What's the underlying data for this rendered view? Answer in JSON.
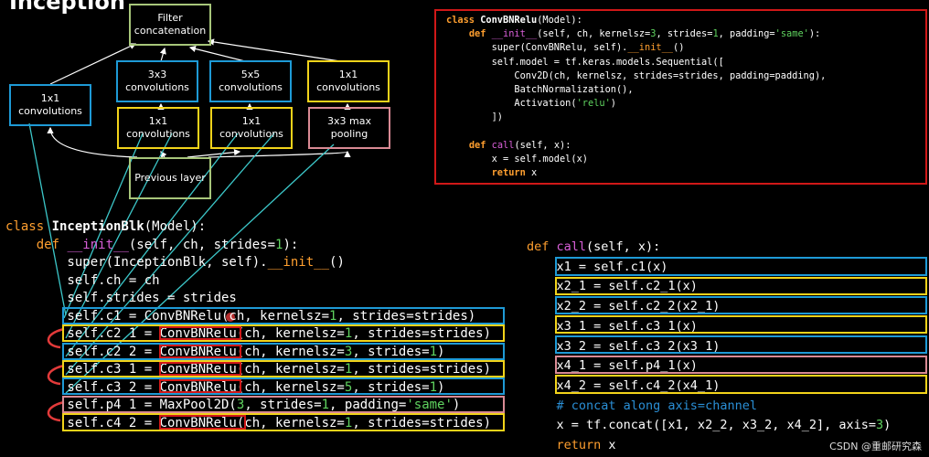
{
  "diagram": {
    "title": "Inception",
    "boxes": {
      "filter": "Filter\nconcatenation",
      "b1": "1x1\nconvolutions",
      "b3": "3x3\nconvolutions",
      "b5": "5x5\nconvolutions",
      "b1r": "1x1\nconvolutions",
      "r3": "1x1\nconvolutions",
      "r5": "1x1\nconvolutions",
      "pool": "3x3 max\npooling",
      "prev": "Previous layer"
    },
    "colors": {
      "blue": "#1e9ad6",
      "yellow": "#f2d31a",
      "green": "#a7c67a",
      "pink": "#d98a94",
      "red": "#d01818",
      "cyan": "#3cc7c9",
      "white": "#ffffff"
    }
  },
  "top_code": [
    [
      [
        "kwb",
        "class "
      ],
      [
        "cls",
        "ConvBNRelu"
      ],
      [
        "",
        "(Model):"
      ]
    ],
    [
      [
        "",
        "    "
      ],
      [
        "kwb",
        "def "
      ],
      [
        "fn",
        "__init__"
      ],
      [
        "",
        "(self, ch, kernelsz="
      ],
      [
        "num",
        "3"
      ],
      [
        "",
        ", strides="
      ],
      [
        "num",
        "1"
      ],
      [
        "",
        ", padding="
      ],
      [
        "str",
        "'same'"
      ],
      [
        "",
        "):"
      ]
    ],
    [
      [
        "",
        "        super(ConvBNRelu, self)."
      ],
      [
        "hi",
        "__init__"
      ],
      [
        "",
        "()"
      ]
    ],
    [
      [
        "",
        "        self.model = tf.keras.models.Sequential(["
      ]
    ],
    [
      [
        "",
        "            Conv2D(ch, kernelsz, strides=strides, padding=padding),"
      ]
    ],
    [
      [
        "",
        "            BatchNormalization(),"
      ]
    ],
    [
      [
        "",
        "            Activation("
      ],
      [
        "str",
        "'relu'"
      ],
      [
        "",
        ")"
      ]
    ],
    [
      [
        "",
        "        ])"
      ]
    ],
    [
      [
        "",
        ""
      ]
    ],
    [
      [
        "",
        "    "
      ],
      [
        "kwb",
        "def "
      ],
      [
        "fn",
        "call"
      ],
      [
        "",
        "(self, x):"
      ]
    ],
    [
      [
        "",
        "        x = self.model(x)"
      ]
    ],
    [
      [
        "",
        "        "
      ],
      [
        "kwb",
        "return "
      ],
      [
        "",
        "x"
      ]
    ]
  ],
  "left_code": [
    [
      [
        "kw",
        "class "
      ],
      [
        "cls",
        "InceptionBlk"
      ],
      [
        "",
        "(Model):"
      ]
    ],
    [
      [
        "",
        "    "
      ],
      [
        "kw",
        "def "
      ],
      [
        "fn",
        "__init__"
      ],
      [
        "",
        "(self, ch, strides="
      ],
      [
        "num",
        "1"
      ],
      [
        "",
        "):"
      ]
    ],
    [
      [
        "",
        "        super(InceptionBlk, self)."
      ],
      [
        "hi",
        "__init__"
      ],
      [
        "",
        "()"
      ]
    ],
    [
      [
        "",
        "        self.ch = ch"
      ]
    ],
    [
      [
        "",
        "        self.strides = strides"
      ]
    ],
    [
      [
        "",
        "        self.c1 = ConvBNRelu(ch, kernelsz="
      ],
      [
        "num",
        "1"
      ],
      [
        "",
        ", strides=strides)"
      ]
    ],
    [
      [
        "",
        "        self.c2_1 = ConvBNRelu(ch, kernelsz="
      ],
      [
        "num",
        "1"
      ],
      [
        "",
        ", strides=strides)"
      ]
    ],
    [
      [
        "",
        "        self.c2_2 = ConvBNRelu(ch, kernelsz="
      ],
      [
        "num",
        "3"
      ],
      [
        "",
        ", strides="
      ],
      [
        "num",
        "1"
      ],
      [
        "",
        ")"
      ]
    ],
    [
      [
        "",
        "        self.c3_1 = ConvBNRelu(ch, kernelsz="
      ],
      [
        "num",
        "1"
      ],
      [
        "",
        ", strides=strides)"
      ]
    ],
    [
      [
        "",
        "        self.c3_2 = ConvBNRelu(ch, kernelsz="
      ],
      [
        "num",
        "5"
      ],
      [
        "",
        ", strides="
      ],
      [
        "num",
        "1"
      ],
      [
        "",
        ")"
      ]
    ],
    [
      [
        "",
        "        self.p4_1 = MaxPool2D("
      ],
      [
        "num",
        "3"
      ],
      [
        "",
        ", strides="
      ],
      [
        "num",
        "1"
      ],
      [
        "",
        ", padding="
      ],
      [
        "str",
        "'same'"
      ],
      [
        "",
        ")"
      ]
    ],
    [
      [
        "",
        "        self.c4_2 = ConvBNRelu(ch, kernelsz="
      ],
      [
        "num",
        "1"
      ],
      [
        "",
        ", strides=strides)"
      ]
    ]
  ],
  "right_code": [
    [
      [
        "kw",
        "def "
      ],
      [
        "fn",
        "call"
      ],
      [
        "",
        "(self, x):"
      ]
    ],
    [
      [
        "",
        "    x1 = self.c1(x)"
      ]
    ],
    [
      [
        "",
        "    x2_1 = self.c2_1(x)"
      ]
    ],
    [
      [
        "",
        "    x2_2 = self.c2_2(x2_1)"
      ]
    ],
    [
      [
        "",
        "    x3_1 = self.c3_1(x)"
      ]
    ],
    [
      [
        "",
        "    x3_2 = self.c3_2(x3_1)"
      ]
    ],
    [
      [
        "",
        "    x4_1 = self.p4_1(x)"
      ]
    ],
    [
      [
        "",
        "    x4_2 = self.c4_2(x4_1)"
      ]
    ],
    [
      [
        "cmt",
        "    # concat along axis=channel"
      ]
    ],
    [
      [
        "",
        "    x = tf.concat([x1, x2_2, x3_2, x4_2], axis="
      ],
      [
        "num",
        "3"
      ],
      [
        "",
        ")"
      ]
    ],
    [
      [
        "",
        "    "
      ],
      [
        "kw",
        "return "
      ],
      [
        "",
        "x"
      ]
    ]
  ],
  "watermark": "CSDN @重邮研究森"
}
